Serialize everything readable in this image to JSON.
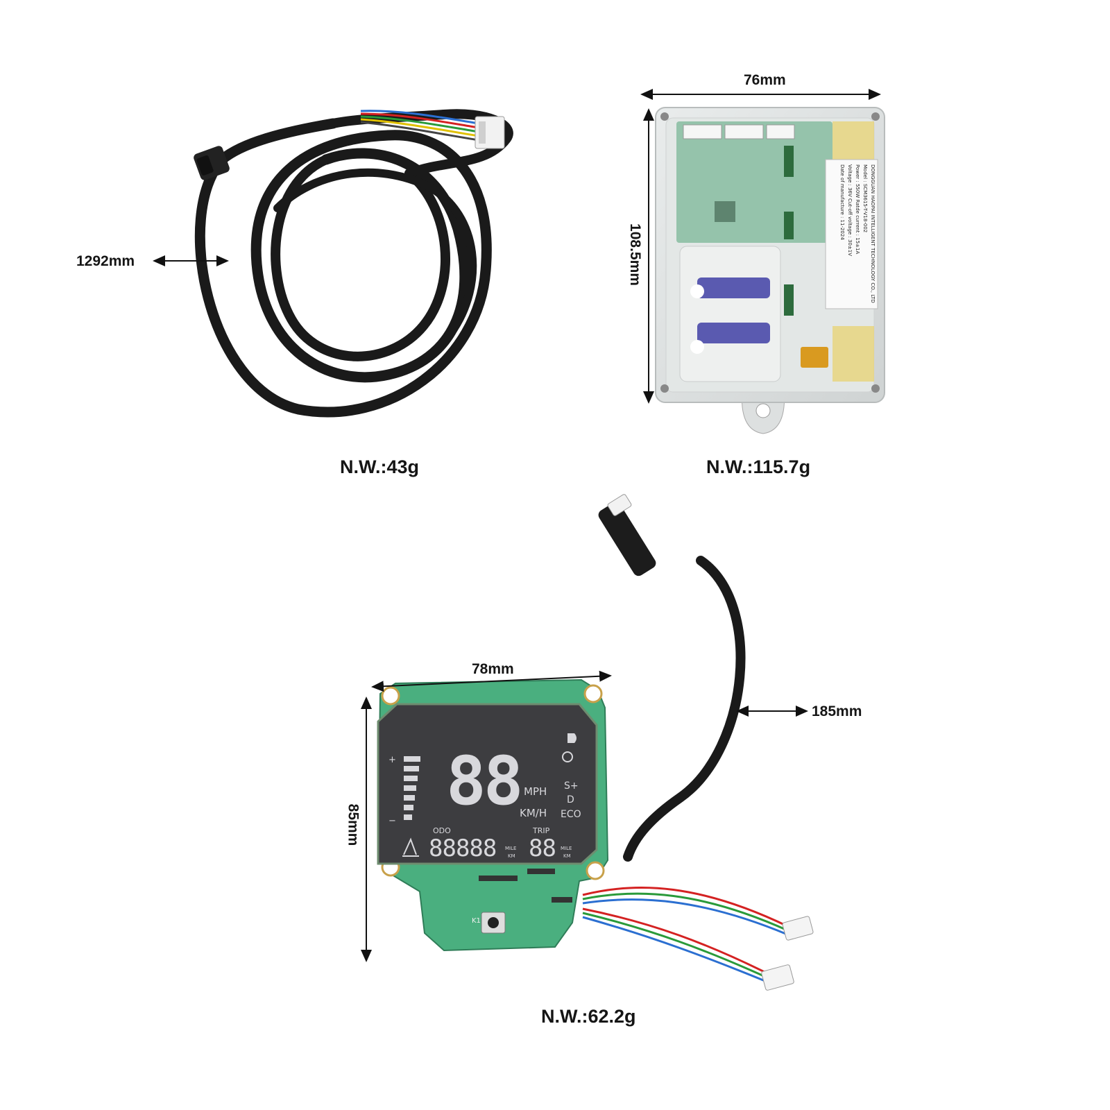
{
  "products": {
    "cable": {
      "dimension": "1292mm",
      "weight": "N.W.:43g"
    },
    "controller": {
      "width": "76mm",
      "height": "108.5mm",
      "weight": "N.W.:115.7g",
      "sticker": {
        "line1": "DONGGUAN HAOPAI INTELLIGENT TECHNOLOGY CO., LTD",
        "line2": "Model : SCM3615-T-V18-002",
        "line3": "Power : 550W    Ratde current : 15±1A",
        "line4": "Voltage : 36V    Cut-off voltage : 30±1V",
        "line5": "Date of manufacture : 11-2024"
      }
    },
    "display": {
      "width": "78mm",
      "height": "85mm",
      "cable_length": "185mm",
      "weight": "N.W.:62.2g",
      "screen": {
        "speed": "88",
        "unit_mph": "MPH",
        "unit_kmh": "KM/H",
        "mode_s": "S+",
        "mode_d": "D",
        "mode_eco": "ECO",
        "odo_label": "ODO",
        "trip_label": "TRIP",
        "odo_value": "88888",
        "trip_value": "88",
        "mile": "MILE",
        "km": "KM",
        "plus": "+",
        "minus": "−"
      },
      "board_label": "K1"
    }
  },
  "colors": {
    "pcb": "#4aaf7f",
    "lcd": "#3d3d40",
    "segment": "#d8d8dc",
    "cable": "#1a1a1a"
  }
}
